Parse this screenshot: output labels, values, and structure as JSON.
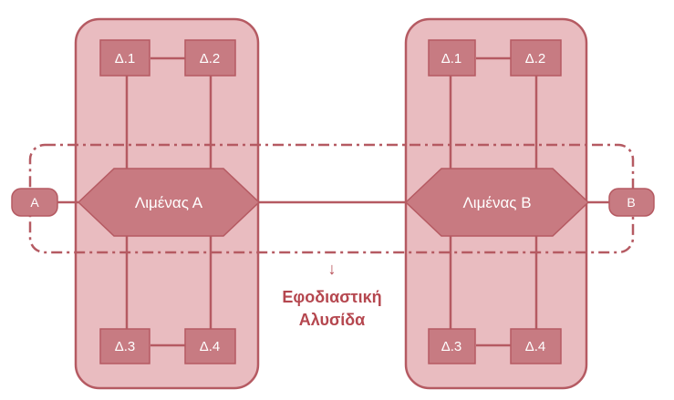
{
  "colors": {
    "panel_fill": "#e9bcc0",
    "panel_stroke": "#b55a62",
    "node_fill": "#c77b82",
    "port_fill": "#c87a81",
    "edge": "#b55a62",
    "caption": "#b5474f"
  },
  "left_cluster": {
    "nodes": [
      "Δ.1",
      "Δ.2",
      "Δ.3",
      "Δ.4"
    ],
    "port": "Λιμένας Α",
    "endpoint": "Α"
  },
  "right_cluster": {
    "nodes": [
      "Δ.1",
      "Δ.2",
      "Δ.3",
      "Δ.4"
    ],
    "port": "Λιμένας Β",
    "endpoint": "Β"
  },
  "annotation": {
    "arrow": "↓",
    "line1": "Εφοδιαστική",
    "line2": "Αλυσίδα"
  }
}
